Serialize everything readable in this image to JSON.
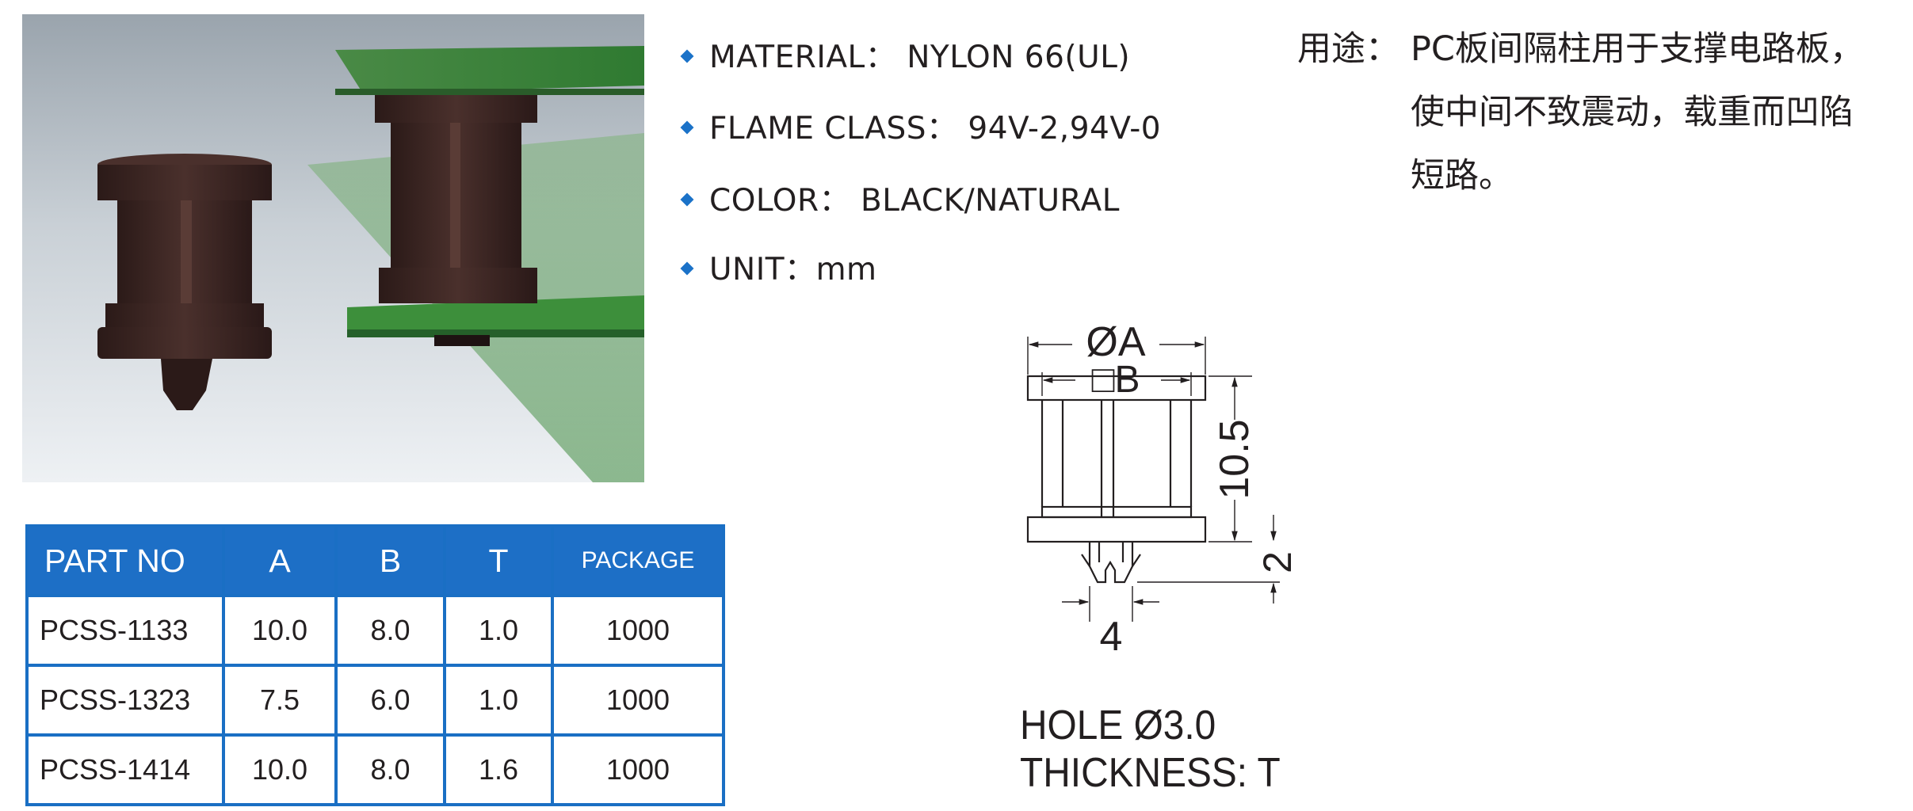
{
  "specs": [
    {
      "label": "MATERIAL",
      "sep": "：",
      "value": "NYLON 66(UL)"
    },
    {
      "label": "FLAME CLASS",
      "sep": "：",
      "value": "94V-2,94V-0"
    },
    {
      "label": "COLOR",
      "sep": "：",
      "value": "BLACK/NATURAL"
    },
    {
      "label": "UNIT",
      "sep": "：",
      "value": "mm"
    }
  ],
  "usage": {
    "label": "用途：",
    "lines": [
      "PC板间隔柱用于支撑电路板，",
      "使中间不致震动，载重而凹陷",
      "短路。"
    ]
  },
  "table": {
    "headers": [
      "PART NO",
      "A",
      "B",
      "T",
      "PACKAGE"
    ],
    "rows": [
      [
        "PCSS-1133",
        "10.0",
        "8.0",
        "1.0",
        "1000"
      ],
      [
        "PCSS-1323",
        "7.5",
        "6.0",
        "1.0",
        "1000"
      ],
      [
        "PCSS-1414",
        "10.0",
        "8.0",
        "1.6",
        "1000"
      ]
    ]
  },
  "drawing": {
    "dim_a": "ØA",
    "dim_b": "□B",
    "dim_height": "10.5",
    "dim_clip_height": "2",
    "dim_clip_width": "4",
    "hole_note": "HOLE  Ø3.0",
    "thickness_note": "THICKNESS: T"
  },
  "colors": {
    "accent": "#1d6fc6",
    "text": "#231f20",
    "pcb": "#3f9a3a",
    "part": "#3a2522"
  }
}
